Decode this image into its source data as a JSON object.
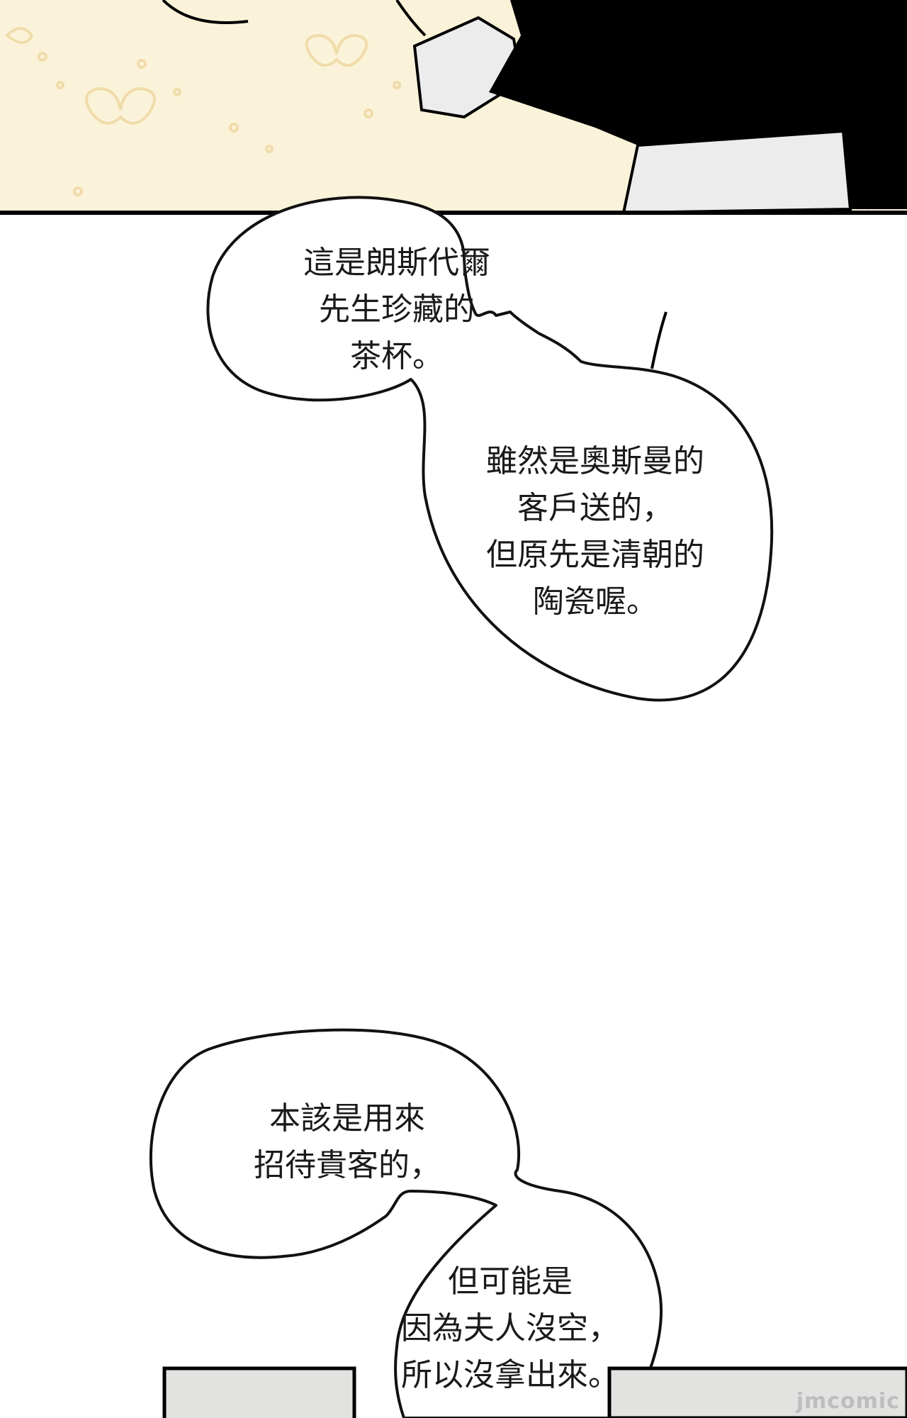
{
  "bubbles": [
    {
      "lines": [
        "這是朗斯代爾",
        "先生珍藏的",
        "茶杯。"
      ]
    },
    {
      "lines": [
        "雖然是奧斯曼的",
        "客戶送的，",
        "但原先是清朝的",
        "陶瓷喔。"
      ]
    },
    {
      "lines": [
        "本該是用來",
        "招待貴客的，"
      ]
    },
    {
      "lines": [
        "但可能是",
        "因為夫人沒空，",
        "所以沒拿出來。"
      ]
    }
  ],
  "watermark": "jmcomic",
  "colors": {
    "panel_background": "#fbf3d9",
    "pattern": "#efdcaa",
    "ink": "#000000",
    "cuff": "#ececec"
  }
}
